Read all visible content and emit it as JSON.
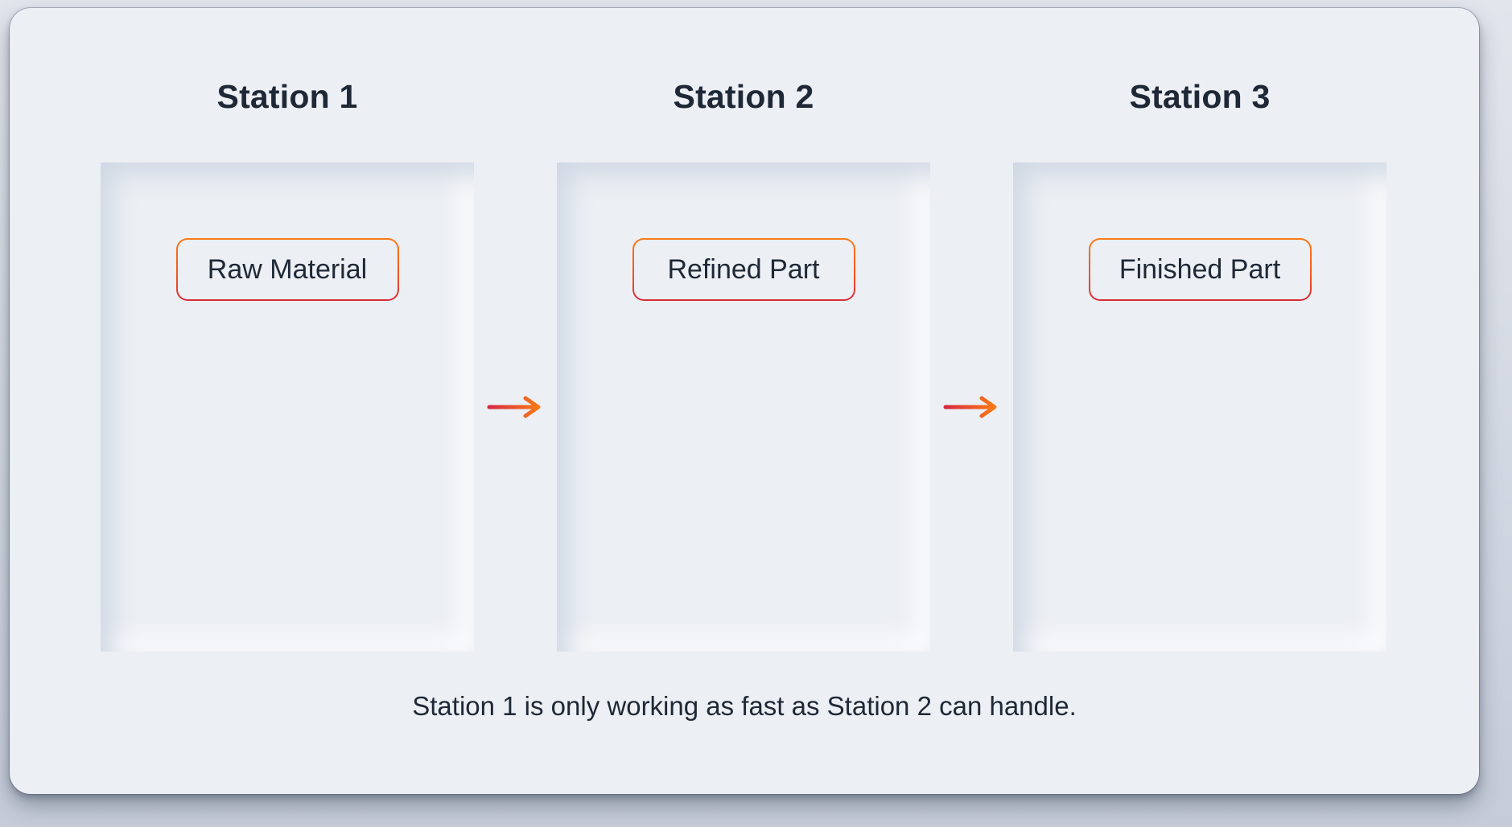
{
  "page": {
    "card_background": "#eceff3",
    "outer_background": "#c9d0db",
    "text_color": "#1e2836"
  },
  "accent": {
    "orange": "#f97b16",
    "red": "#d92c3c"
  },
  "stations": [
    {
      "title": "Station 1",
      "item": "Raw Material"
    },
    {
      "title": "Station 2",
      "item": "Refined Part"
    },
    {
      "title": "Station 3",
      "item": "Finished Part"
    }
  ],
  "caption": "Station 1 is only working as fast as Station 2 can handle."
}
